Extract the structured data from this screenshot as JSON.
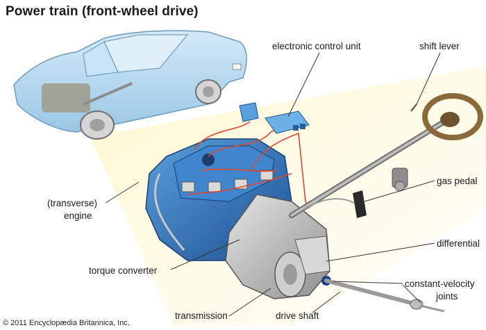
{
  "title": "Power train (front-wheel drive)",
  "labels": {
    "ecu": "electronic control unit",
    "shift_lever": "shift lever",
    "engine_line1": "(transverse)",
    "engine_line2": "engine",
    "gas_pedal": "gas pedal",
    "differential": "differential",
    "torque_converter": "torque converter",
    "cv_joints_line1": "constant-velocity",
    "cv_joints_line2": "joints",
    "transmission": "transmission",
    "drive_shaft": "drive shaft"
  },
  "copyright": "© 2011 Encyclopædia Britannica, Inc.",
  "colors": {
    "car_body": "#a9d3ec",
    "engine_block": "#2f6fb5",
    "wiring": "#e0462a",
    "steering_wheel": "#8a6a3a",
    "transmission": "#b9b9b9",
    "beam": "#fbf3c3"
  }
}
